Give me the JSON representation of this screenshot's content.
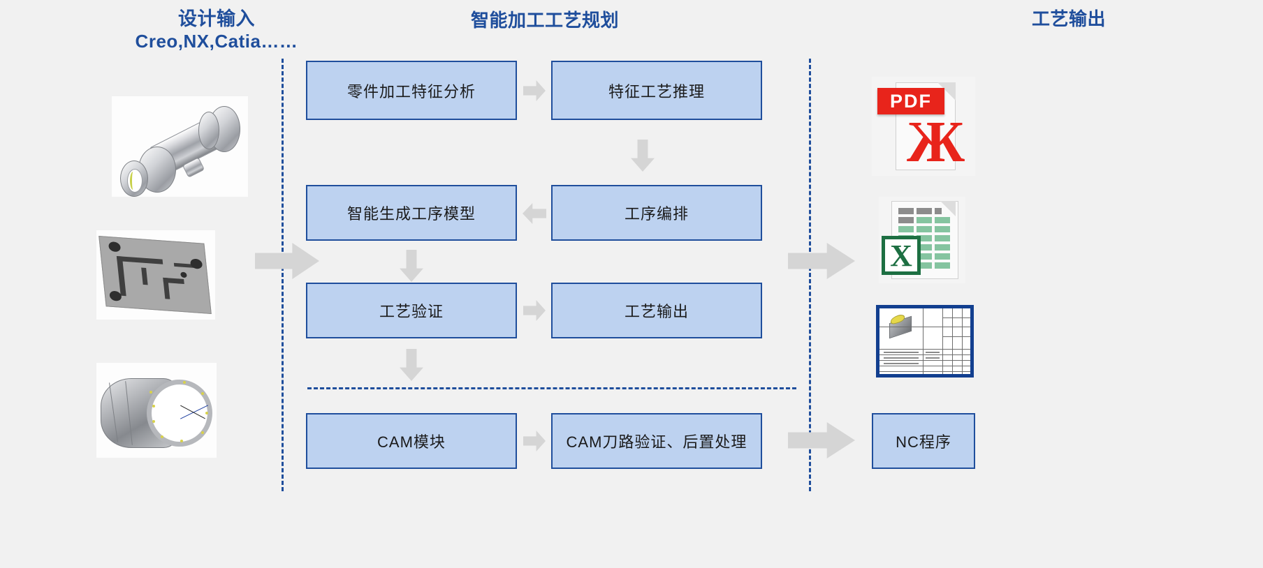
{
  "headings": {
    "design_input": "设计输入",
    "design_input_sub": "Creo,NX,Catia……",
    "center": "智能加工工艺规划",
    "output": "工艺输出"
  },
  "colors": {
    "accent_blue": "#1f4e9c",
    "box_fill": "#bdd2f0",
    "arrow_gray": "#d5d5d5",
    "background": "#f1f1f1",
    "pdf_red": "#e8241b",
    "excel_green": "#1d6f42"
  },
  "process_boxes": [
    {
      "id": "part-feature-analysis",
      "label": "零件加工特征分析"
    },
    {
      "id": "feature-process-reasoning",
      "label": "特征工艺推理"
    },
    {
      "id": "generate-operation-model",
      "label": "智能生成工序模型"
    },
    {
      "id": "operation-sequencing",
      "label": "工序编排"
    },
    {
      "id": "process-verification",
      "label": "工艺验证"
    },
    {
      "id": "process-output",
      "label": "工艺输出"
    },
    {
      "id": "cam-module",
      "label": "CAM模块"
    },
    {
      "id": "cam-toolpath-postprocess",
      "label": "CAM刀路验证、后置处理"
    },
    {
      "id": "nc-program",
      "label": "NC程序"
    }
  ],
  "arrows": [
    {
      "id": "arrow-analysis-to-reasoning",
      "direction": "right"
    },
    {
      "id": "arrow-reasoning-to-sequencing",
      "direction": "down"
    },
    {
      "id": "arrow-sequencing-to-model",
      "direction": "left"
    },
    {
      "id": "arrow-model-to-verification",
      "direction": "down"
    },
    {
      "id": "arrow-verification-to-output",
      "direction": "right"
    },
    {
      "id": "arrow-verification-to-cam",
      "direction": "down"
    },
    {
      "id": "arrow-cam-to-toolpath",
      "direction": "right"
    },
    {
      "id": "arrow-input-to-planning",
      "direction": "right"
    },
    {
      "id": "arrow-planning-to-output",
      "direction": "right"
    },
    {
      "id": "arrow-toolpath-to-nc",
      "direction": "right"
    }
  ],
  "input_thumbnails": [
    {
      "id": "cad-model-shaft-housing",
      "caption": ""
    },
    {
      "id": "cad-model-mold-plate",
      "caption": ""
    },
    {
      "id": "cad-model-engine-casing",
      "caption": ""
    }
  ],
  "output_artifacts": [
    {
      "id": "pdf-document",
      "label": "PDF"
    },
    {
      "id": "excel-spreadsheet",
      "label": "X"
    },
    {
      "id": "process-drawing-sheet",
      "label": ""
    }
  ],
  "dividers": {
    "left_vertical": "dashed",
    "right_vertical": "dashed",
    "middle_horizontal": "dashed"
  }
}
